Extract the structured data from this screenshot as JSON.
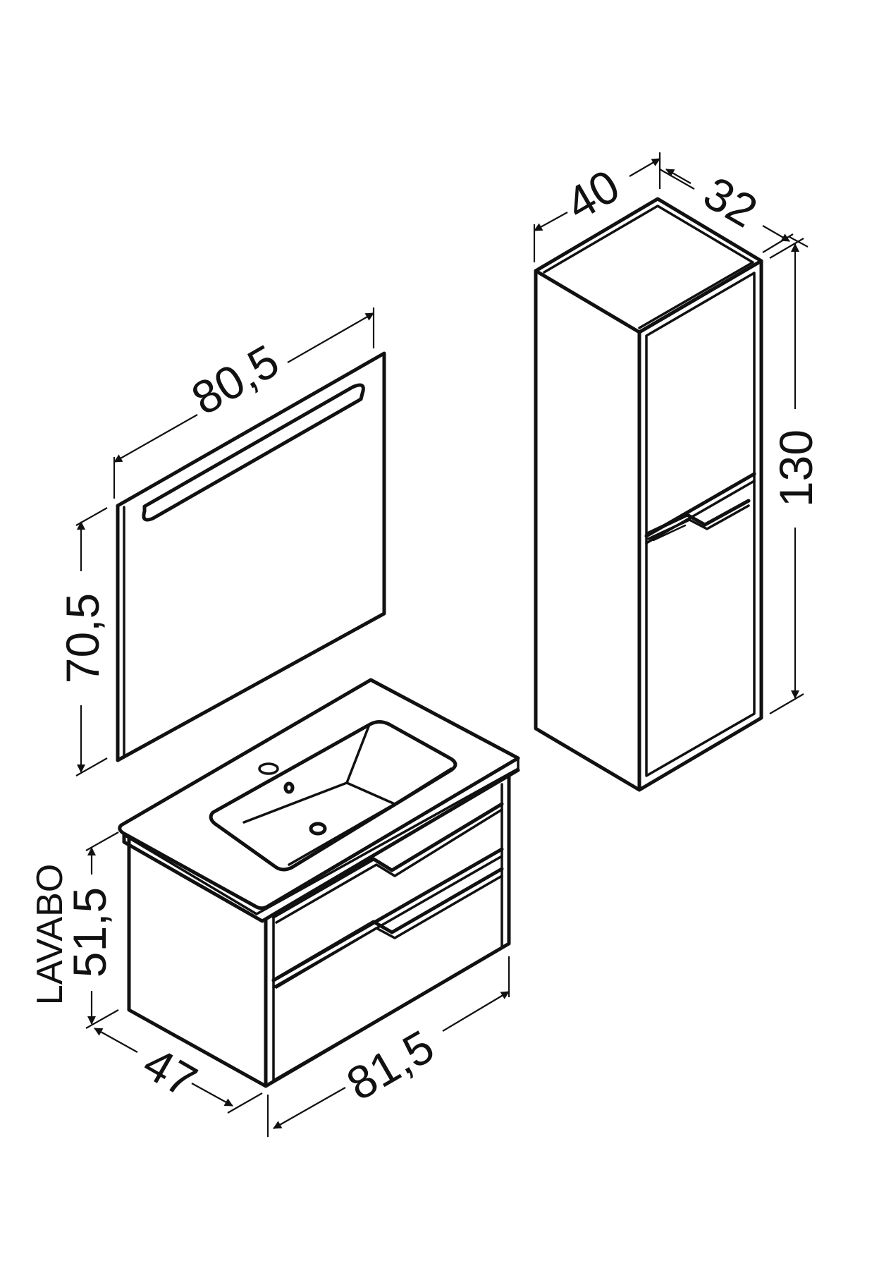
{
  "mirror": {
    "width_label": "80,5",
    "height_label": "70,5"
  },
  "tall_cabinet": {
    "width_label": "40",
    "depth_label": "32",
    "height_label": "130"
  },
  "vanity": {
    "name_label": "LAVABO",
    "height_label": "51,5",
    "depth_label": "47",
    "width_label": "81,5"
  },
  "colors": {
    "line": "#111111",
    "background": "#ffffff"
  }
}
